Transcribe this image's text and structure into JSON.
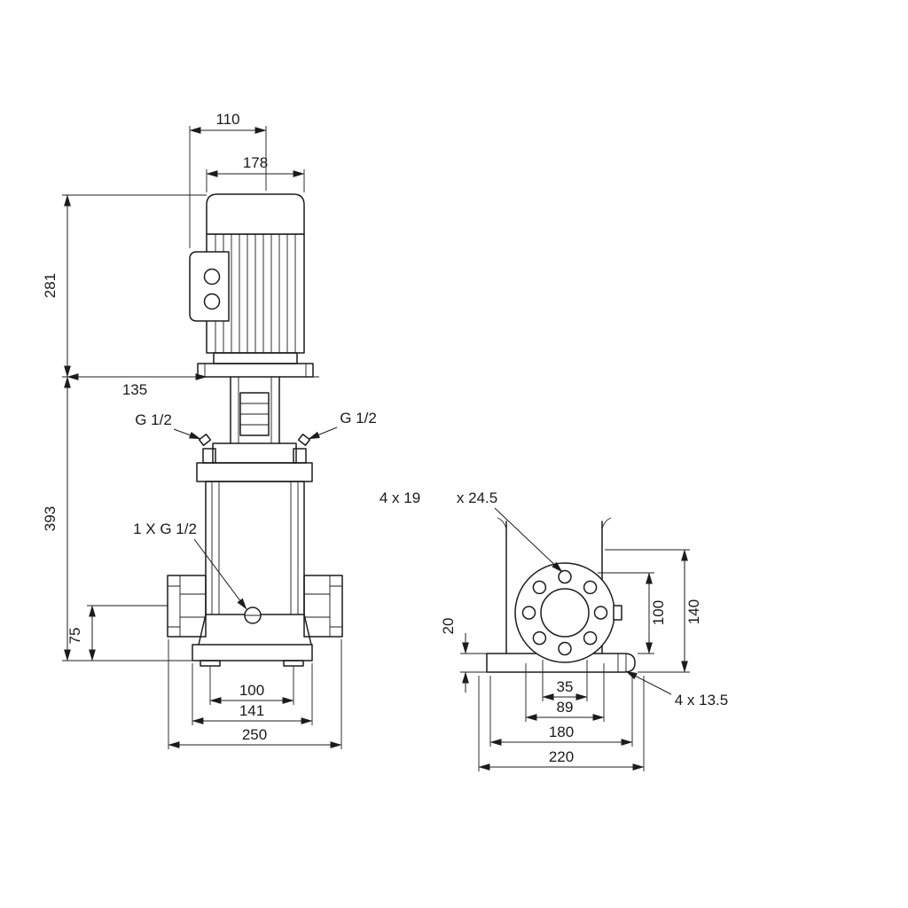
{
  "drawing_type": "pump-dimensional-drawing",
  "colors": {
    "line": "#1c1c1c",
    "background": "#ffffff"
  },
  "views": {
    "front": {
      "dims": {
        "motor_top": "110",
        "motor_width": "178",
        "motor_height": "281",
        "head_offset": "135",
        "pump_height": "393",
        "port_height": "75",
        "foot_span": "100",
        "base_width": "141",
        "port_span": "250"
      },
      "labels": {
        "vent_left": "G 1/2",
        "vent_right": "G 1/2",
        "drain": "1 X G 1/2"
      }
    },
    "side": {
      "dims": {
        "base_thickness": "20",
        "flange_height_inner": "100",
        "flange_height_outer": "140",
        "hole_span": "35",
        "flange_width": "89",
        "base_length": "180",
        "base_total_length": "220"
      },
      "labels": {
        "flange_holes": "4 x 19",
        "flange_holes_dia": "x 24.5",
        "base_holes": "4 x 13.5"
      }
    }
  }
}
